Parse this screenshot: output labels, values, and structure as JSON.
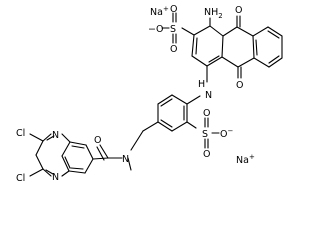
{
  "structure": {
    "type": "skeletal-formula",
    "labels": {
      "na_top": "Na",
      "na_top_charge": "+",
      "na_bottom": "Na",
      "na_bottom_charge": "+",
      "amino": "NH",
      "amino_sub": "2",
      "sulfonate_top_o_left": "O",
      "sulfonate_top_minus": "−",
      "sulfonate_top_s": "S",
      "sulfonate_top_o_up": "O",
      "sulfonate_top_o_down": "O",
      "carbonyl_top_o": "O",
      "carbonyl_bottom_o": "O",
      "linker_nh": "H",
      "linker_n": "N",
      "sulfonate_bottom_s": "S",
      "sulfonate_bottom_o_right": "O",
      "sulfonate_bottom_minus": "−",
      "sulfonate_bottom_o_up": "O",
      "sulfonate_bottom_o_down": "O",
      "amide_n": "N",
      "amide_o": "O",
      "quinox_n_top": "N",
      "quinox_n_bottom": "N",
      "cl_top": "Cl",
      "cl_bottom": "Cl"
    }
  }
}
